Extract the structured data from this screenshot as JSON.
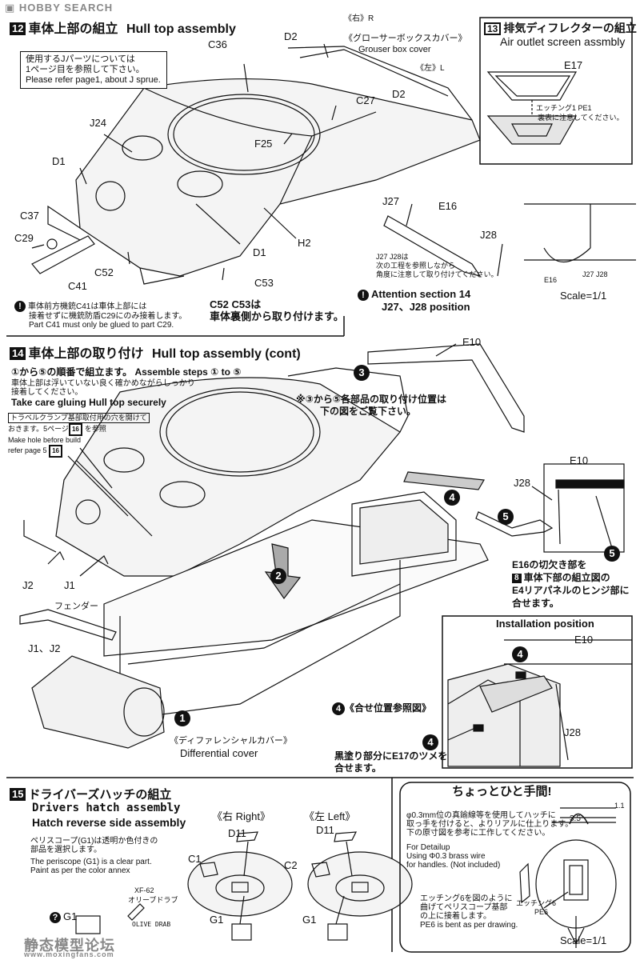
{
  "watermark_top": "HOBBY SEARCH",
  "watermark_bottom_cn": "静态模型论坛",
  "watermark_bottom_url": "www.moxingfans.com",
  "step12": {
    "num": "12",
    "title_jp": "車体上部の組立",
    "title_en": "Hull top assembly",
    "note_j_sprue_jp1": "使用するJパーツについては",
    "note_j_sprue_jp2": "1ページ目を参照して下さい。",
    "note_j_sprue_en": "Please refer page1, about J sprue.",
    "labels": {
      "c36": "C36",
      "d2_right": "D2",
      "right_jp": "《右》R",
      "grouser_jp": "《グローサーボックスカバー》",
      "grouser_en": "Grouser box cover",
      "left_jp": "《左》L",
      "d2_left": "D2",
      "c27": "C27",
      "j24": "J24",
      "d1_top": "D1",
      "f25": "F25",
      "c37": "C37",
      "c29": "C29",
      "c41": "C41",
      "c52": "C52",
      "d1_bottom": "D1",
      "c53": "C53",
      "h2": "H2",
      "j27": "J27",
      "e16": "E16",
      "j28": "J28",
      "e16_small": "E16",
      "j27_j28_small": "J27 J28"
    },
    "j27_note_jp1": "J27 J28は",
    "j27_note_jp2": "次の工程を参照しながら",
    "j27_note_jp3": "角度に注意して取り付けてください。",
    "attention_en1": "Attention section 14",
    "attention_en2": "J27、J28 position",
    "scale_label": "Scale=1/1",
    "c41_warn_jp1": "車体前方機銃C41は車体上部には",
    "c41_warn_jp2": "接着せずに機銃防盾C29にのみ接着します。",
    "c41_warn_en": "Part C41 must only be glued to part C29.",
    "c52_note_jp1": "C52 C53は",
    "c52_note_jp2": "車体裏側から取り付けます。"
  },
  "step13": {
    "num": "13",
    "title_jp": "排気ディフレクターの組立",
    "title_en": "Air outlet screen assmbly",
    "e17": "E17",
    "etching_label": "エッチング1 PE1",
    "etching_note": "裏表に注意してください。"
  },
  "step14": {
    "num": "14",
    "title_jp": "車体上部の取り付け",
    "title_en": "Hull top assembly (cont)",
    "order_jp": "①から⑤の順番で組立ます。",
    "order_en": "Assemble steps ① to ⑤",
    "glue_jp1": "車体上部は浮いていない良く確かめながらしっかり",
    "glue_jp2": "接着してください。",
    "glue_en": "Take care gluing Hull top securely",
    "hole_jp1": "トラベルクランプ基部取付用の穴を開けて",
    "hole_jp2": "おきます。5ページ",
    "hole_ref": "16",
    "hole_jp3": "を参照",
    "hole_en1": "Make hole before build",
    "hole_en2": "refer page 5",
    "hole_en2_ref": "16",
    "position_note_jp1": "※③から⑤各部品の取り付け位置は",
    "position_note_jp2": "下の図をご覧下さい。",
    "e10_top": "E10",
    "e10_inset": "E10",
    "j28_mid": "J28",
    "step_circles": [
      "1",
      "2",
      "3",
      "4",
      "5",
      "5"
    ],
    "j2": "J2",
    "j1": "J1",
    "fender_jp": "フェンダー",
    "j1_j2": "J1、J2",
    "diff_jp": "《ディファレンシャルカバー》",
    "diff_en": "Differential cover",
    "e16_note_jp1": "E16の切欠き部を",
    "e16_note_ref": "8",
    "e16_note_jp2": "車体下部の組立図の",
    "e16_note_jp3": "E4リアパネルのヒンジ部に",
    "e16_note_jp4": "合せます。",
    "install_pos": "Installation  position",
    "e10_install": "E10",
    "j28_install": "J28",
    "align_ref_jp": "《合せ位置参照図》",
    "align_circle": "4",
    "align_circle2": "4",
    "black_note_jp1": "黒塗り部分にE17のツメを",
    "black_note_jp2": "合せます。"
  },
  "step15": {
    "num": "15",
    "title_jp": "ドライバーズハッチの組立",
    "title_en1": "Drivers hatch assembly",
    "title_en2": "Hatch reverse side assembly",
    "right_label": "《右 Right》",
    "left_label": "《左 Left》",
    "d11_r": "D11",
    "d11_l": "D11",
    "c1": "C1",
    "c2": "C2",
    "g1_r": "G1",
    "g1_l": "G1",
    "g1_warn": "G1",
    "periscope_jp1": "ペリスコープ(G1)は透明か色付きの",
    "periscope_jp2": "部品を選択します。",
    "periscope_en1": "The periscope (G1) is a clear part.",
    "periscope_en2": "Paint as per the color annex",
    "paint_code": "XF-62",
    "paint_jp": "オリーブドラブ",
    "paint_en": "OLIVE DRAB"
  },
  "tip": {
    "title": "ちょっとひと手間!",
    "jp1": "φ0.3mm位の真鍮線等を使用してハッチに",
    "jp2": "取っ手を付けると、よりリアルに仕上ります。",
    "jp3": "下の原寸図を参考に工作してください。",
    "en1": "For Detailup",
    "en2": "Using  Φ0.3 brass wire",
    "en3": "for handles. (Not included)",
    "dim1": "1.1",
    "dim2": "3.5",
    "etch_jp1": "エッチング6を図のように",
    "etch_jp2": "曲げてペリスコープ基部",
    "etch_jp3": "の上に接着します。",
    "etch_en": "PE6 is bent as per drawing.",
    "etch_label1": "エッチング6",
    "etch_label2": "PE6",
    "scale": "Scale=1/1"
  }
}
